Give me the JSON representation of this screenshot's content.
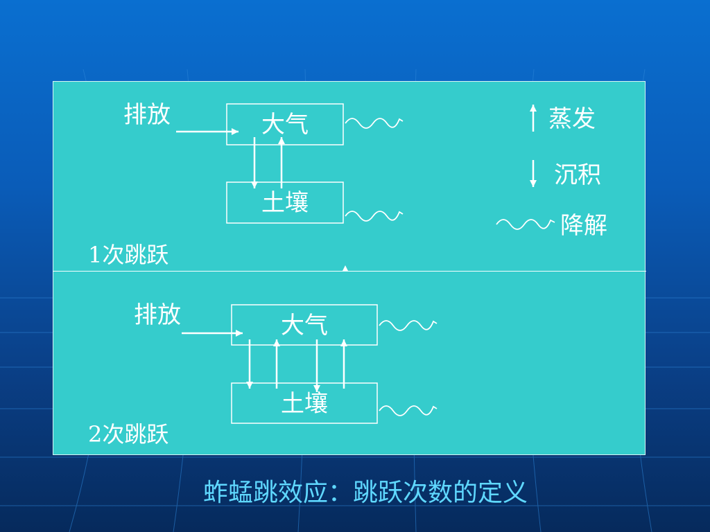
{
  "diagram_1": {
    "emission_label": "排放",
    "atmosphere_label": "大气",
    "soil_label": "土壤",
    "step_label": "1次跳跃"
  },
  "diagram_2": {
    "emission_label": "排放",
    "atmosphere_label": "大气",
    "soil_label": "土壤",
    "step_label": "2次跳跃"
  },
  "legend": {
    "evaporation": "蒸发",
    "deposition": "沉积",
    "degradation": "降解"
  },
  "caption": "蚱蜢跳效应：跳跃次数的定义",
  "colors": {
    "panel": "#35cccc",
    "caption": "#5fd8ff",
    "line": "#ffffff"
  }
}
